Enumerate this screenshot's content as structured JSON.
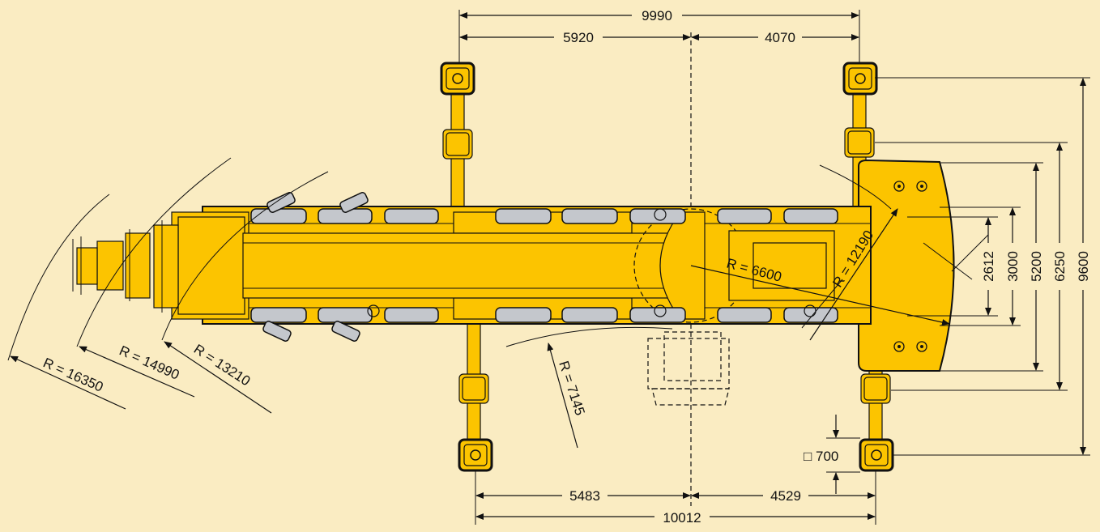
{
  "drawing": {
    "dimensions": {
      "top_total": "9990",
      "top_left": "5920",
      "top_right": "4070",
      "bottom_total": "10012",
      "bottom_left": "5483",
      "bottom_right": "4529",
      "width_2612": "2612",
      "width_3000": "3000",
      "width_5200": "5200",
      "width_6250": "6250",
      "width_9600": "9600",
      "pad_size": "□ 700"
    },
    "radii": {
      "r_16350": "R = 16350",
      "r_14990": "R = 14990",
      "r_13210": "R = 13210",
      "r_7145": "R = 7145",
      "r_6600": "R = 6600",
      "r_12190": "R = 12190"
    },
    "colors": {
      "background": "#faecc2",
      "crane_body": "#fcc400",
      "tire": "#c4c7cc",
      "line": "#111111"
    }
  }
}
